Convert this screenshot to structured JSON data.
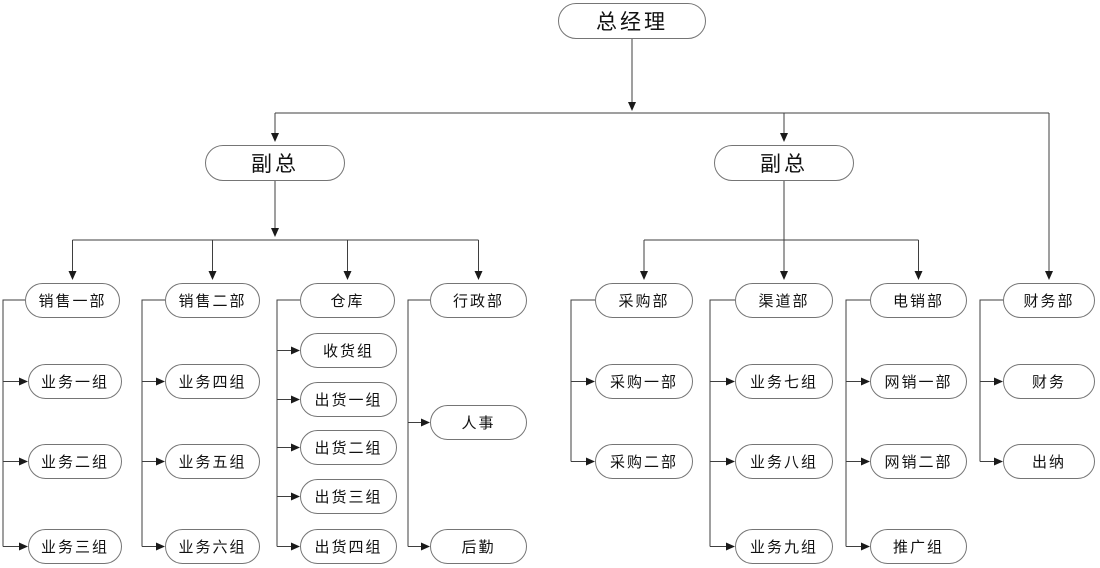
{
  "org": {
    "root": "总经理",
    "vps": [
      "副总",
      "副总"
    ],
    "departments": [
      {
        "label": "销售一部",
        "children": [
          "业务一组",
          "业务二组",
          "业务三组"
        ]
      },
      {
        "label": "销售二部",
        "children": [
          "业务四组",
          "业务五组",
          "业务六组"
        ]
      },
      {
        "label": "仓库",
        "children": [
          "收货组",
          "出货一组",
          "出货二组",
          "出货三组",
          "出货四组"
        ]
      },
      {
        "label": "行政部",
        "children": [
          "人事",
          "后勤"
        ]
      },
      {
        "label": "采购部",
        "children": [
          "采购一部",
          "采购二部"
        ]
      },
      {
        "label": "渠道部",
        "children": [
          "业务七组",
          "业务八组",
          "业务九组"
        ]
      },
      {
        "label": "电销部",
        "children": [
          "网销一部",
          "网销二部",
          "推广组"
        ]
      },
      {
        "label": "财务部",
        "children": [
          "财务",
          "出纳"
        ]
      }
    ],
    "colors": {
      "background": "#ffffff",
      "node_fill": "#ffffff",
      "node_border": "#757575",
      "line": "#3f3f3f",
      "arrow": "#1a1a1a",
      "text": "#111111"
    }
  }
}
